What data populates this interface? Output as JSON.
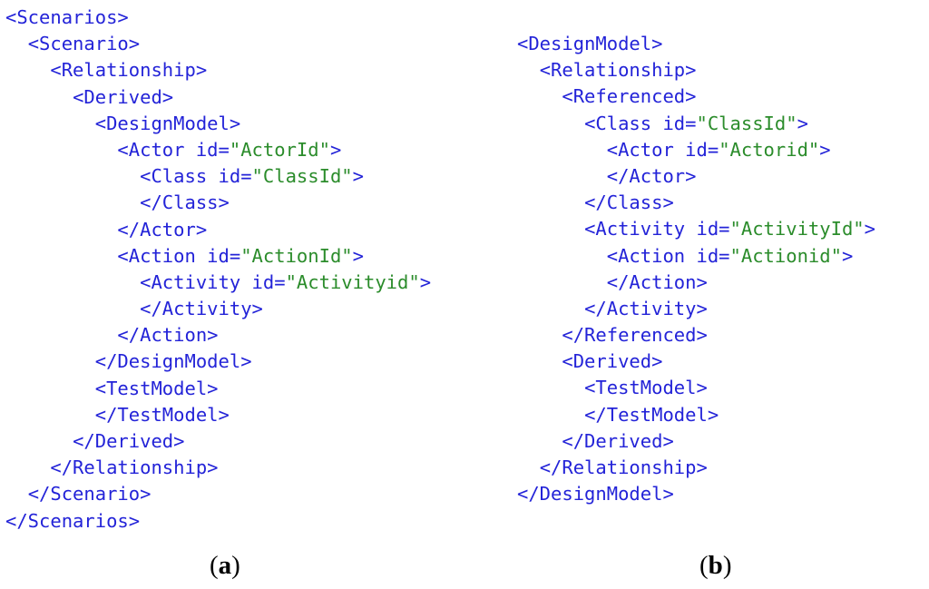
{
  "panel_a": {
    "lines": [
      {
        "indent": 0,
        "tag": "<Scenarios>"
      },
      {
        "indent": 1,
        "tag": "<Scenario>"
      },
      {
        "indent": 2,
        "tag": "<Relationship>"
      },
      {
        "indent": 3,
        "tag": "<Derived>"
      },
      {
        "indent": 4,
        "tag": "<DesignModel>"
      },
      {
        "indent": 5,
        "tag": "<Actor",
        "attr": " id=",
        "val": "\"ActorId\"",
        "close": ">"
      },
      {
        "indent": 6,
        "tag": "<Class",
        "attr": " id=",
        "val": "\"ClassId\"",
        "close": ">"
      },
      {
        "indent": 6,
        "tag": "</Class>"
      },
      {
        "indent": 5,
        "tag": "</Actor>"
      },
      {
        "indent": 5,
        "tag": "<Action",
        "attr": " id=",
        "val": "\"ActionId\"",
        "close": ">"
      },
      {
        "indent": 6,
        "tag": "<Activity",
        "attr": " id=",
        "val": "\"Activityid\"",
        "close": ">"
      },
      {
        "indent": 6,
        "tag": "</Activity>"
      },
      {
        "indent": 5,
        "tag": "</Action>"
      },
      {
        "indent": 4,
        "tag": "</DesignModel>"
      },
      {
        "indent": 4,
        "tag": "<TestModel>"
      },
      {
        "indent": 4,
        "tag": "</TestModel>"
      },
      {
        "indent": 3,
        "tag": "</Derived>"
      },
      {
        "indent": 2,
        "tag": "</Relationship>"
      },
      {
        "indent": 1,
        "tag": "</Scenario>"
      },
      {
        "indent": 0,
        "tag": "</Scenarios>"
      }
    ]
  },
  "panel_b": {
    "lines": [
      {
        "indent": 0,
        "tag": "<DesignModel>"
      },
      {
        "indent": 1,
        "tag": "<Relationship>"
      },
      {
        "indent": 2,
        "tag": "<Referenced>"
      },
      {
        "indent": 3,
        "tag": "<Class",
        "attr": " id=",
        "val": "\"ClassId\"",
        "close": ">"
      },
      {
        "indent": 4,
        "tag": "<Actor",
        "attr": " id=",
        "val": "\"Actorid\"",
        "close": ">"
      },
      {
        "indent": 4,
        "tag": "</Actor>"
      },
      {
        "indent": 3,
        "tag": "</Class>"
      },
      {
        "indent": 3,
        "tag": "<Activity",
        "attr": " id=",
        "val": "\"ActivityId\"",
        "close": ">"
      },
      {
        "indent": 4,
        "tag": "<Action",
        "attr": " id=",
        "val": "\"Actionid\"",
        "close": ">"
      },
      {
        "indent": 4,
        "tag": "</Action>"
      },
      {
        "indent": 3,
        "tag": "</Activity>"
      },
      {
        "indent": 2,
        "tag": "</Referenced>"
      },
      {
        "indent": 2,
        "tag": "<Derived>"
      },
      {
        "indent": 3,
        "tag": "<TestModel>"
      },
      {
        "indent": 3,
        "tag": "</TestModel>"
      },
      {
        "indent": 2,
        "tag": "</Derived>"
      },
      {
        "indent": 1,
        "tag": "</Relationship>"
      },
      {
        "indent": 0,
        "tag": "</DesignModel>"
      }
    ]
  },
  "captions": {
    "a": {
      "open": "(",
      "letter": "a",
      "close": ")"
    },
    "b": {
      "open": "(",
      "letter": "b",
      "close": ")"
    }
  },
  "colors": {
    "tag": "#2323d8",
    "value": "#2b8c2b"
  }
}
